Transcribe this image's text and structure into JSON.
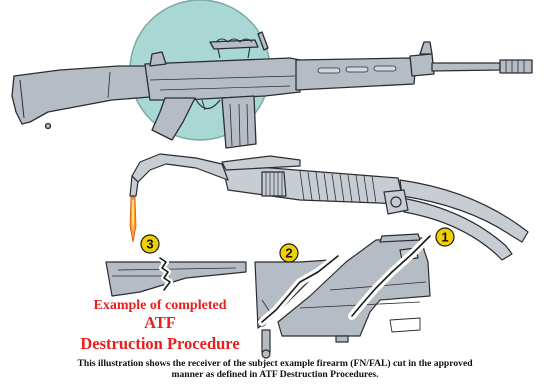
{
  "markers": {
    "step_1": "1",
    "step_2": "2",
    "step_3": "3"
  },
  "example_label": {
    "line1": "Example of completed",
    "line2": "ATF",
    "line3": "Destruction Procedure"
  },
  "caption": {
    "line1": "This illustration shows the receiver of the subject example firearm (FN/FAL) cut in the approved",
    "line2": "manner as defined in ATF Destruction Procedures."
  },
  "colors": {
    "rifle_fill": "#b6bcc4",
    "rifle_stroke": "#2a2e33",
    "magnifier_fill": "#a9d8d4",
    "cut_line": "#1a1a1a",
    "marker_fill": "#f0d000",
    "label_red": "#e8201c",
    "torch_flame": "#ff9a2e"
  }
}
